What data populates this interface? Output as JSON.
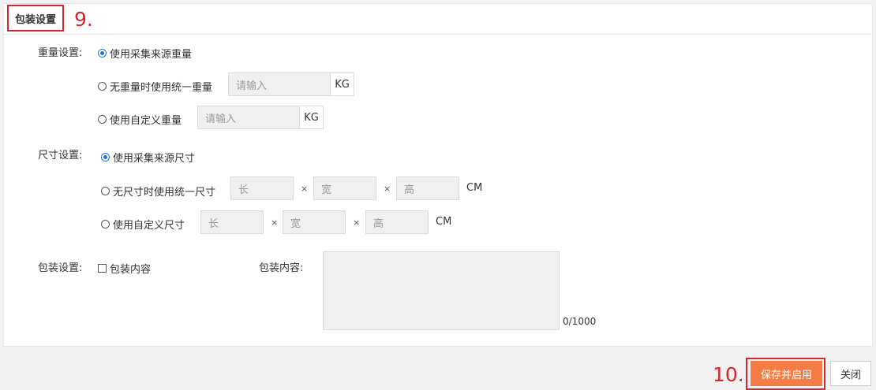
{
  "panel": {
    "title": "包装设置",
    "step_title_marker": "9."
  },
  "weight": {
    "label": "重量设置:",
    "options": [
      {
        "label": "使用采集来源重量",
        "checked": true
      },
      {
        "label": "无重量时使用统一重量",
        "checked": false,
        "placeholder": "请输入",
        "unit": "KG"
      },
      {
        "label": "使用自定义重量",
        "checked": false,
        "placeholder": "请输入",
        "unit": "KG"
      }
    ]
  },
  "size": {
    "label": "尺寸设置:",
    "options": [
      {
        "label": "使用采集来源尺寸",
        "checked": true
      },
      {
        "label": "无尺寸时使用统一尺寸",
        "checked": false,
        "length_placeholder": "长",
        "width_placeholder": "宽",
        "height_placeholder": "高",
        "unit": "CM"
      },
      {
        "label": "使用自定义尺寸",
        "checked": false,
        "length_placeholder": "长",
        "width_placeholder": "宽",
        "height_placeholder": "高",
        "unit": "CM"
      }
    ],
    "separator": "×"
  },
  "package": {
    "label": "包装设置:",
    "checkbox_label": "包装内容",
    "content_label": "包装内容:",
    "counter": "0/1000"
  },
  "footer": {
    "step_marker": "10.",
    "save_label": "保存并启用",
    "close_label": "关闭"
  },
  "colors": {
    "accent_red": "#d7262e",
    "primary_button": "#f47d45",
    "radio_selected": "#1e75d9"
  }
}
